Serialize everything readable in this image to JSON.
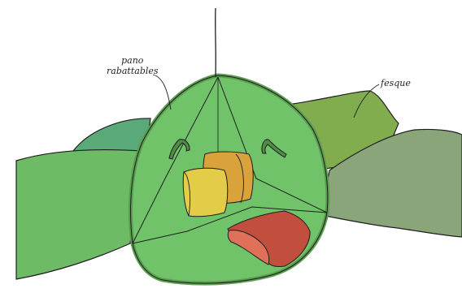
{
  "labels": {
    "pano_line1": "pano",
    "pano_line2": "rabattables",
    "fesque": "fesque"
  },
  "colors": {
    "hill_left_back": "#5aa978",
    "hill_left_front": "#6ebb65",
    "hill_right_back": "#82ad4f",
    "hill_right_front": "#8ba57a",
    "tent_floor": "#71c36a",
    "tent_border": "#5b9e50",
    "pillow_yellow": "#e3cd48",
    "pillow_orange": "#d9a23a",
    "sleeping_bag": "#c24f3d",
    "sleeping_bag_fold": "#e0705a",
    "outline": "#1e1e1e"
  }
}
